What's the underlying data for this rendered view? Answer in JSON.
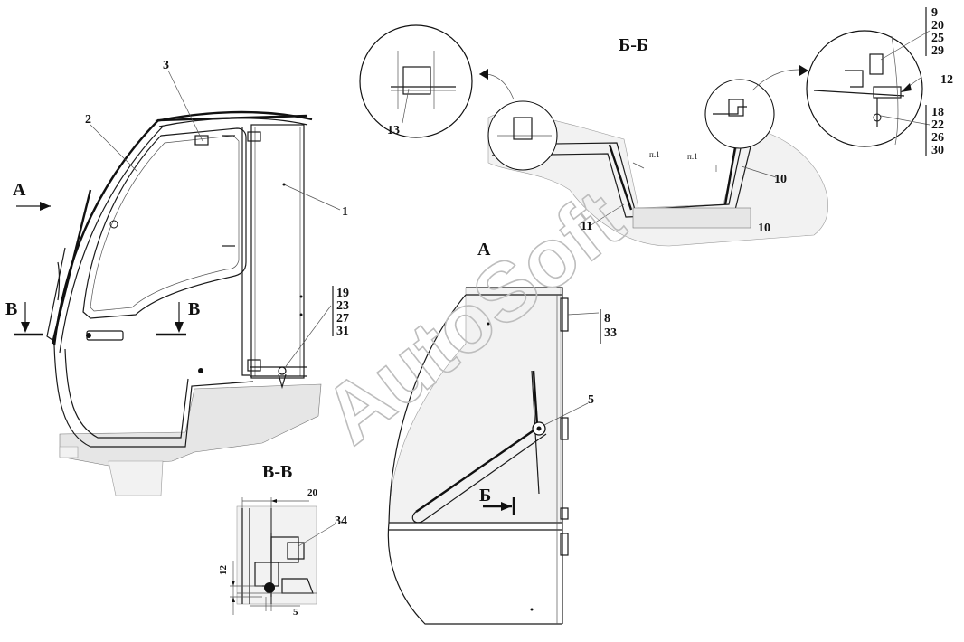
{
  "section_labels": {
    "view_a_left": "A",
    "section_bb": "Б-Б",
    "view_a": "A",
    "section_vv": "В-В",
    "cut_v_left": "В",
    "cut_v_right": "В",
    "cut_b": "Б"
  },
  "callouts": {
    "c1": "1",
    "c2": "2",
    "c3": "3",
    "c5": "5",
    "c10a": "10",
    "c10b": "10",
    "c11": "11",
    "c12": "12",
    "c13": "13",
    "c34": "34",
    "c8_33": [
      "8",
      "33"
    ],
    "c19_31": [
      "19",
      "23",
      "27",
      "31"
    ],
    "c9_29": [
      "9",
      "20",
      "25",
      "29"
    ],
    "c18_30": [
      "18",
      "22",
      "26",
      "30"
    ]
  },
  "notes": {
    "p1a": "п.1",
    "p1b": "п.1"
  },
  "dimensions": {
    "d20": "20",
    "d12": "12",
    "d5": "5"
  },
  "watermark": "AutoSoft"
}
